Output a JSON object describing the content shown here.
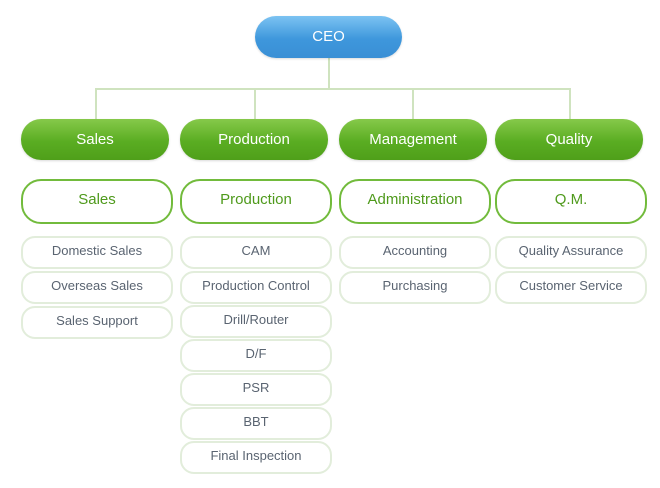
{
  "ceo": {
    "label": "CEO"
  },
  "departments": [
    {
      "label": "Sales",
      "sub": "Sales",
      "items": [
        "Domestic Sales",
        "Overseas Sales",
        "Sales Support"
      ]
    },
    {
      "label": "Production",
      "sub": "Production",
      "items": [
        "CAM",
        "Production Control",
        "Drill/Router",
        "D/F",
        "PSR",
        "BBT",
        "Final Inspection"
      ]
    },
    {
      "label": "Management",
      "sub": "Administration",
      "items": [
        "Accounting",
        "Purchasing"
      ]
    },
    {
      "label": "Quality",
      "sub": "Q.M.",
      "items": [
        "Quality Assurance",
        "Customer Service"
      ]
    }
  ],
  "colors": {
    "ceo": "#3e97dc",
    "department": "#5aad22",
    "sub_border": "#72bb3c",
    "item_border": "#e2eddb",
    "connector": "#cfe3bf"
  }
}
